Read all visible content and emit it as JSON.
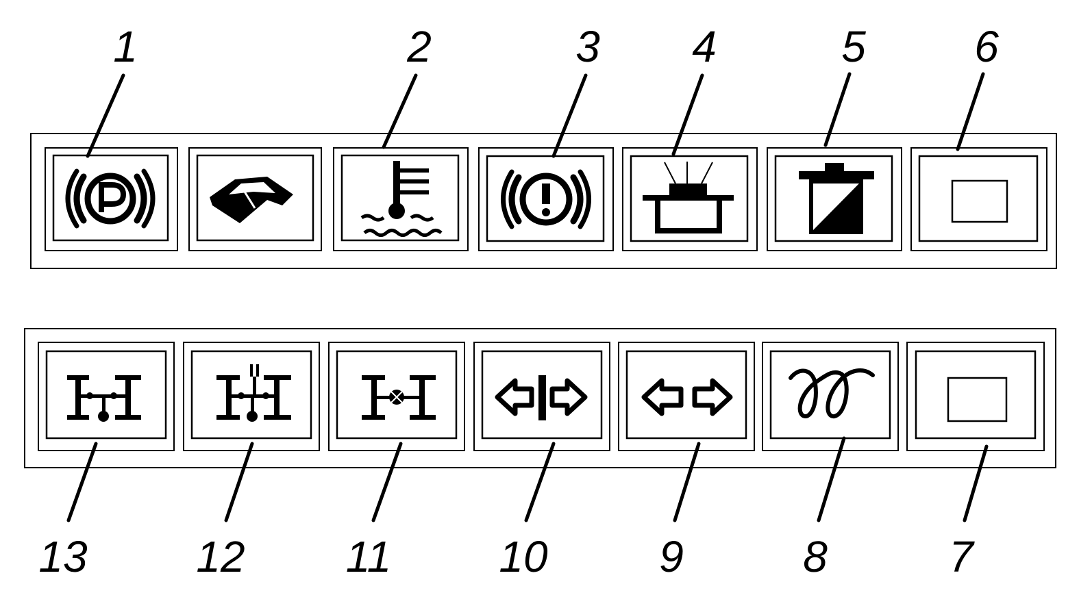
{
  "top_panel": {
    "lamps": [
      {
        "icon": "parking-brake-icon"
      },
      {
        "icon": "brake-pad-wear-icon"
      },
      {
        "icon": "coolant-temperature-icon"
      },
      {
        "icon": "brake-system-warning-icon"
      },
      {
        "icon": "engine-overheat-icon"
      },
      {
        "icon": "battery-charge-icon"
      },
      {
        "icon": "blank-lamp-icon"
      }
    ]
  },
  "bottom_panel": {
    "lamps": [
      {
        "icon": "rear-differential-lock-icon"
      },
      {
        "icon": "center-differential-lock-icon"
      },
      {
        "icon": "inter-axle-differential-lock-icon"
      },
      {
        "icon": "trailer-turn-signal-icon"
      },
      {
        "icon": "turn-signal-icon"
      },
      {
        "icon": "glow-plug-icon"
      },
      {
        "icon": "blank-lamp-icon"
      }
    ]
  },
  "callouts": {
    "top": [
      "1",
      "2",
      "3",
      "4",
      "5",
      "6"
    ],
    "bottom": [
      "13",
      "12",
      "11",
      "10",
      "9",
      "8",
      "7"
    ]
  }
}
